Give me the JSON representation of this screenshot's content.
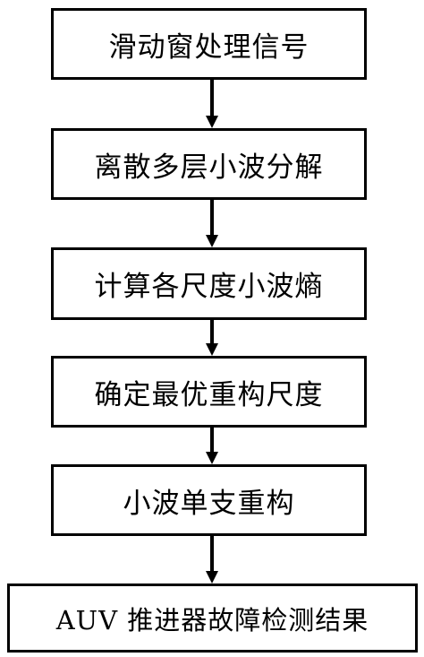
{
  "steps": [
    "滑动窗处理信号",
    "离散多层小波分解",
    "计算各尺度小波熵",
    "确定最优重构尺度",
    "小波单支重构",
    "AUV 推进器故障检测结果"
  ]
}
